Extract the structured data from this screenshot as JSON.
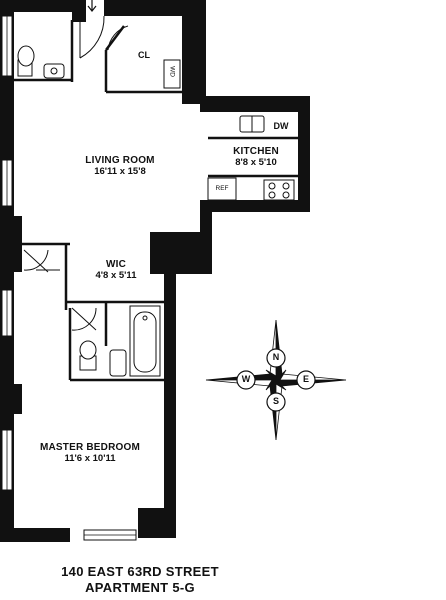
{
  "building": {
    "address": "140 EAST 63RD STREET",
    "unit": "APARTMENT 5-G"
  },
  "rooms": {
    "living_room": {
      "name": "LIVING ROOM",
      "dims": "16'11 x 15'8"
    },
    "kitchen": {
      "name": "KITCHEN",
      "dims": "8'8 x 5'10"
    },
    "wic": {
      "name": "WIC",
      "dims": "4'8 x 5'11"
    },
    "master_bedroom": {
      "name": "MASTER BEDROOM",
      "dims": "11'6 x 10'11"
    }
  },
  "fixtures": {
    "closet": "CL",
    "washer_dryer": "WD",
    "dishwasher": "DW",
    "refrigerator": "REF"
  },
  "compass": {
    "north": "N",
    "south": "S",
    "east": "E",
    "west": "W"
  }
}
